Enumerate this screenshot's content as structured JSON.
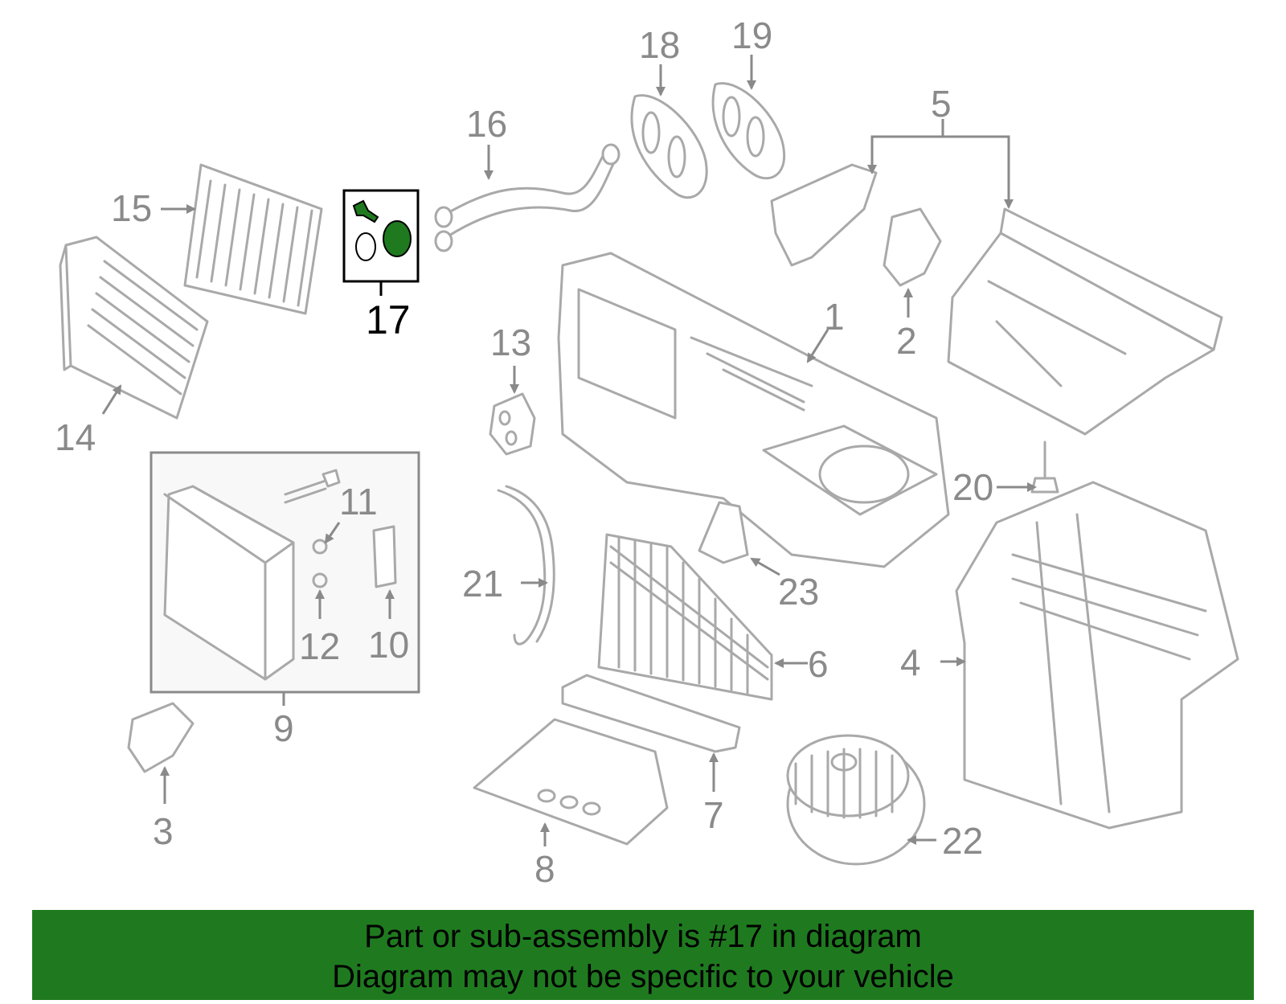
{
  "diagram": {
    "highlight_color": "#1f7a1f",
    "callouts": [
      "1",
      "2",
      "3",
      "4",
      "5",
      "6",
      "7",
      "8",
      "9",
      "10",
      "11",
      "12",
      "13",
      "14",
      "15",
      "16",
      "17",
      "18",
      "19",
      "20",
      "21",
      "22",
      "23"
    ],
    "highlighted_callout": "17"
  },
  "banner": {
    "line1": "Part or sub-assembly is #17 in diagram",
    "line2": "Diagram may not be specific to your vehicle",
    "background": "#1f7a1f"
  }
}
